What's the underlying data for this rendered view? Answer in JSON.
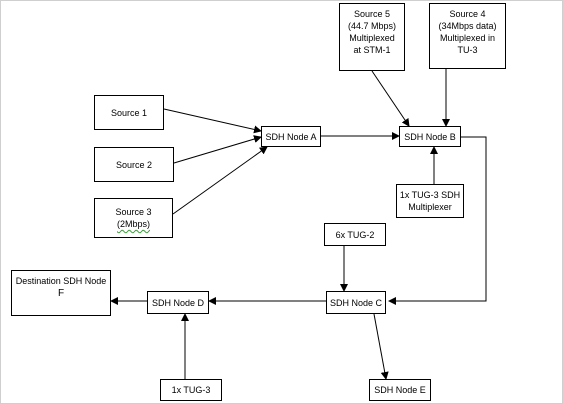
{
  "nodes": {
    "source1": [
      "Source 1"
    ],
    "source2": [
      "Source 2"
    ],
    "source3": [
      "Source 3",
      "(2Mbps)"
    ],
    "source5": [
      "Source 5",
      "(44.7 Mbps)",
      "Multiplexed",
      "at STM-1"
    ],
    "source4": [
      "Source 4",
      "(34Mbps data)",
      "Multiplexed in",
      "TU-3"
    ],
    "node_a": [
      "SDH Node A"
    ],
    "node_b": [
      "SDH Node B"
    ],
    "tug3_mux": [
      "1x TUG-3 SDH",
      "Multiplexer"
    ],
    "tug2": [
      "6x TUG-2"
    ],
    "node_c": [
      "SDH Node C"
    ],
    "node_d": [
      "SDH Node D"
    ],
    "destination": [
      "Destination SDH Node",
      "F"
    ],
    "tug3": [
      "1x TUG-3"
    ],
    "node_e": [
      "SDH Node E"
    ]
  },
  "colors": {
    "line": "#000000",
    "border": "#000000",
    "background": "#ffffff"
  }
}
